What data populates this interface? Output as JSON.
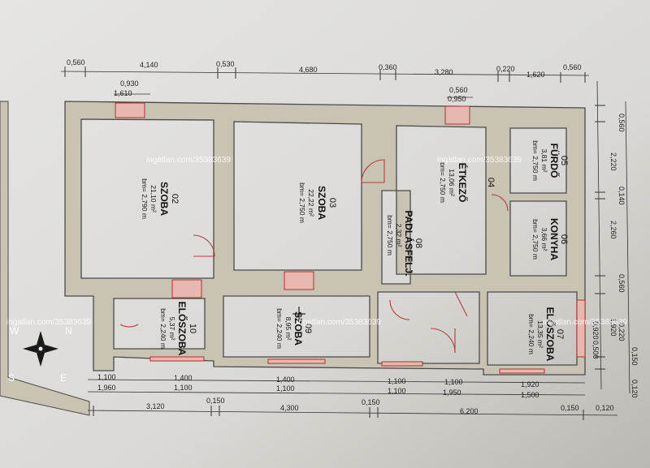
{
  "watermark": "ingatlan.com/35383639",
  "compass": {
    "n": "N",
    "e": "E",
    "s": "S",
    "w": "W"
  },
  "rooms": [
    {
      "num": "02",
      "name": "SZOBA",
      "area": "21,10 m²",
      "height": "bm= 2,790 m"
    },
    {
      "num": "03",
      "name": "SZOBA",
      "area": "22,22 m²",
      "height": "bm= 2,750 m"
    },
    {
      "num": "04",
      "name": "ÉTKEZŐ",
      "area": "13,06 m²",
      "height": "bm= 2,750 m"
    },
    {
      "num": "05",
      "name": "FÜRDŐ",
      "area": "3,81 m²",
      "height": "bm= 2,750 m"
    },
    {
      "num": "06",
      "name": "KONYHA",
      "area": "3,66 m²",
      "height": "bm= 2,750 m"
    },
    {
      "num": "08",
      "name": "PADLÁSFELJ.",
      "area": "2,32 m²",
      "height": "bm= 2,750 m"
    },
    {
      "num": "09",
      "name": "SZOBA",
      "area": "8,95 m²",
      "height": "bm= 2,240 m"
    },
    {
      "num": "10",
      "name": "ELŐSZOBA",
      "area": "5,37 m²",
      "height": "bm= 2,240 m"
    },
    {
      "num": "07",
      "name": "ELŐSZOBA",
      "area": "13,35 m²",
      "height": "bm= 2,240 m"
    }
  ],
  "dimensions": {
    "top_row1": [
      "0,560",
      "4,140",
      "0,530",
      "4,680",
      "0,360",
      "3,280",
      "0,220",
      "1,620",
      "0,560"
    ],
    "top_row2": [
      "0,930",
      "1,610",
      "0,560",
      "0,950"
    ],
    "right": [
      "0,560",
      "2,220",
      "0,140",
      "2,260",
      "0,560",
      "1,920",
      "0,220",
      "0,150",
      "0,120"
    ],
    "right_inner": [
      "0,920",
      "0,500"
    ],
    "bottom_row1": [
      "1,100",
      "1,960",
      "1,400",
      "1,100",
      "1,400",
      "1,100",
      "1,100",
      "1,100",
      "1,100",
      "1,950",
      "1,920",
      "1,500"
    ],
    "bottom_row2": [
      "3,120",
      "0,150",
      "4,300",
      "0,150",
      "6,200",
      "0,150",
      "0,120"
    ]
  }
}
